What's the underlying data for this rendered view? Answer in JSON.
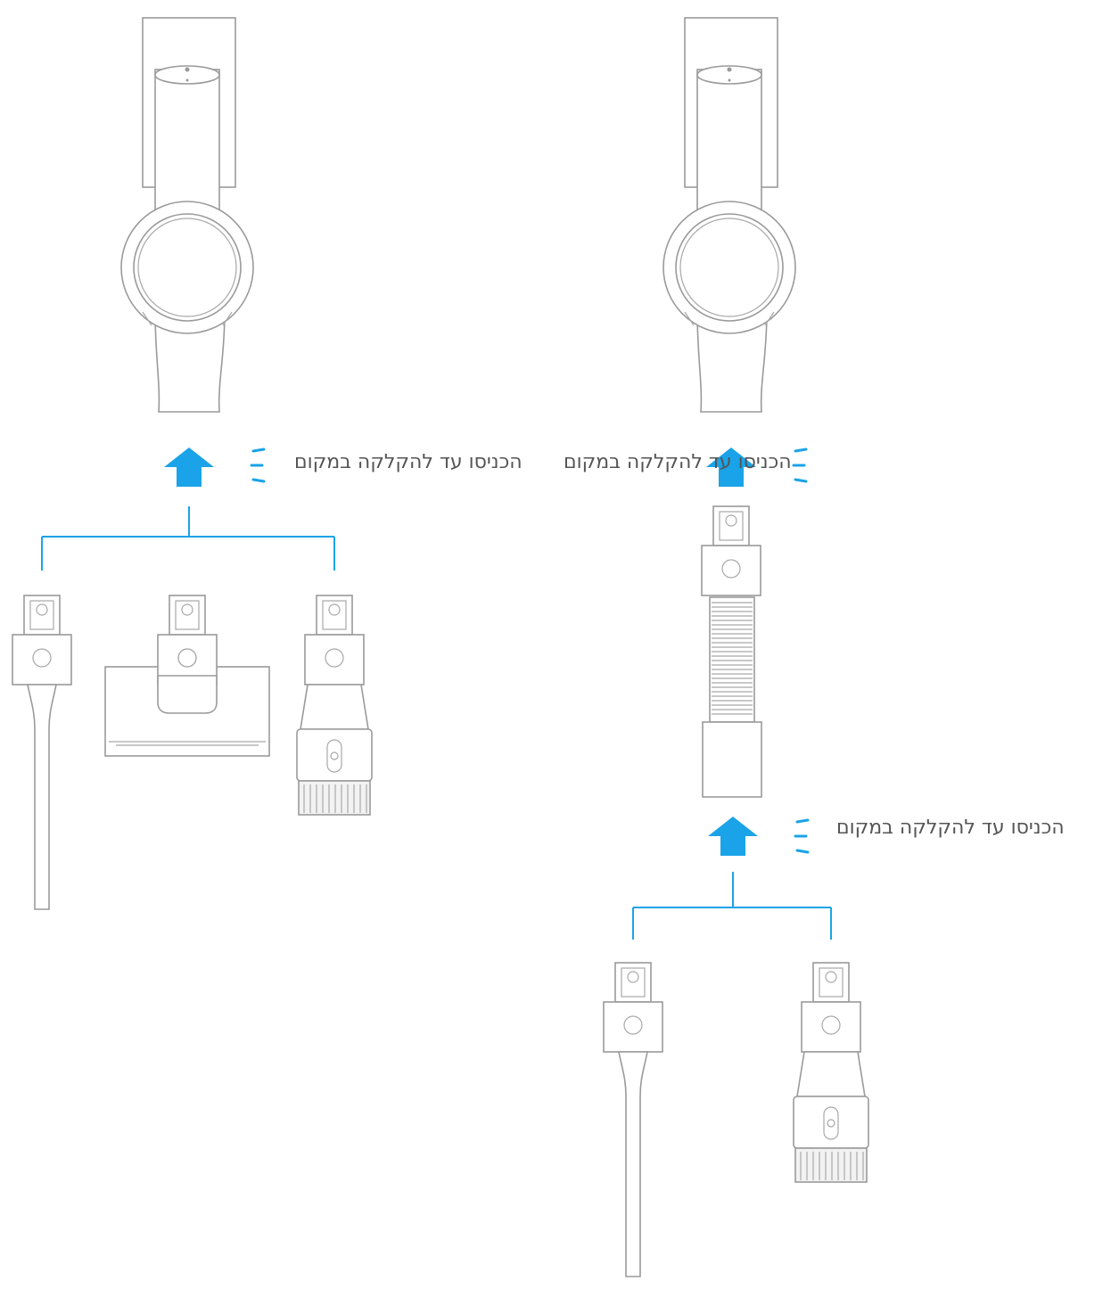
{
  "labels": {
    "insert_left_a": "הכניסו עד להקלקה במקום",
    "insert_left_b": "הכניסו עד להקלקה במקום",
    "insert_right": "הכניסו עד להקלקה במקום"
  },
  "colors": {
    "accent": "#1aa3e8",
    "outline": "#9a9a9a",
    "text": "#555555"
  },
  "icons": [
    "arrow-up-icon",
    "click-sound-icon"
  ]
}
